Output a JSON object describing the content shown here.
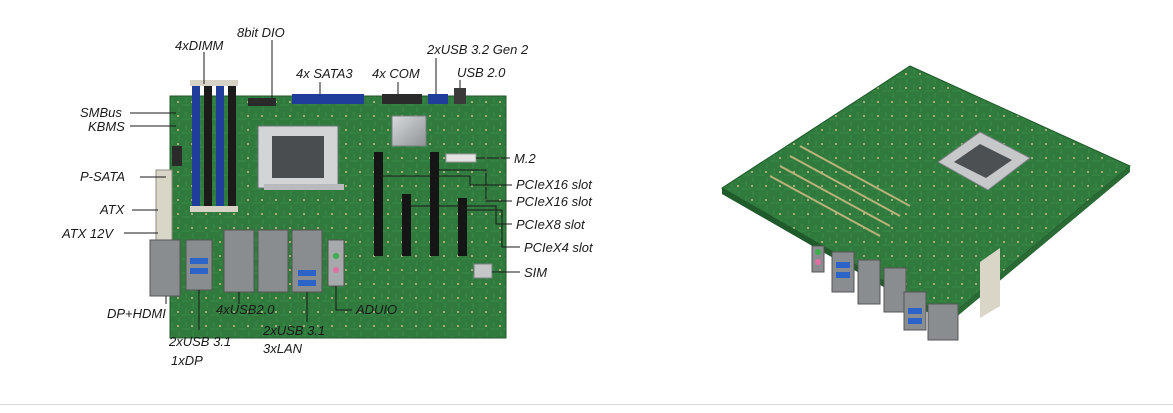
{
  "figure": {
    "labels": {
      "dimm": "4xDIMM",
      "dio": "8bit DIO",
      "sata3": "4x SATA3",
      "com": "4x COM",
      "usb32": "2xUSB 3.2 Gen 2",
      "usb20_top": "USB 2.0",
      "smbus": "SMBus",
      "kbms": "KBMS",
      "m2": "M.2",
      "psata": "P-SATA",
      "pcie16a": "PCIeX16 slot",
      "pcie16b": "PCIeX16 slot",
      "atx": "ATX",
      "pcie8": "PCIeX8 slot",
      "atx12": "ATX 12V",
      "pcie4": "PCIeX4 slot",
      "sim": "SIM",
      "dphdmi": "DP+HDMI",
      "usb20_4": "4xUSB2.0",
      "audio": "ADUIO",
      "usb31_dp_a": "2xUSB 3.1",
      "usb31_dp_b": "1xDP",
      "usb31_lan_a": "2xUSB 3.1",
      "usb31_lan_b": "3xLAN"
    },
    "colors": {
      "pcb": "#2f7a3c",
      "pcb_dark": "#1f5a2a",
      "dimm_blue": "#1f3e9c",
      "dimm_black": "#1b1b1b",
      "slot_black": "#151515",
      "port_grey": "#8a8d90",
      "usb_blue": "#2b63c7",
      "label": "#1a1a1a"
    }
  }
}
